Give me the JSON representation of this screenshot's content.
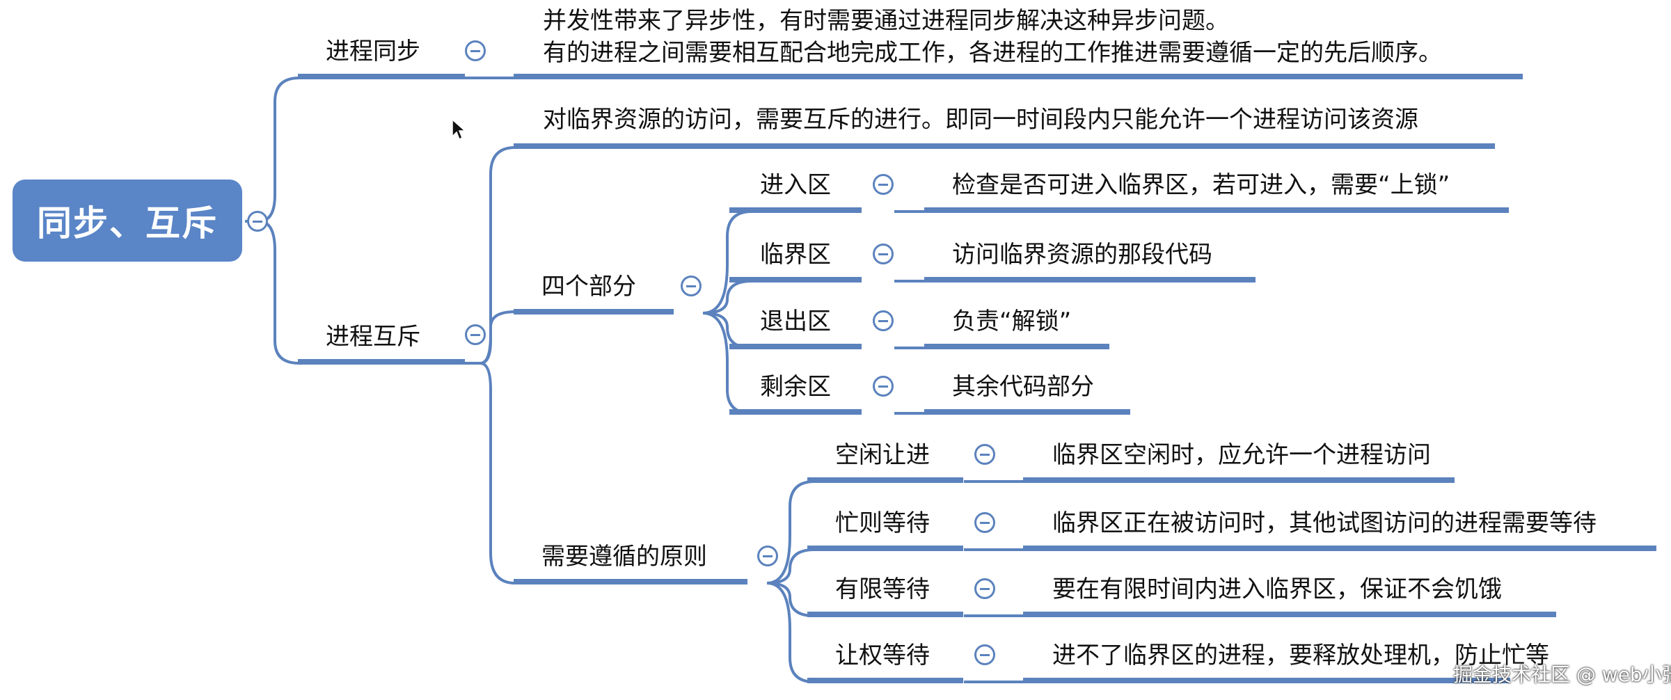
{
  "root": "同步、互斥",
  "sync": {
    "label": "进程同步",
    "lines": [
      "并发性带来了异步性，有时需要通过进程同步解决这种异步问题。",
      "有的进程之间需要相互配合地完成工作，各进程的工作推进需要遵循一定的先后顺序。"
    ]
  },
  "mutex": {
    "label": "进程互斥",
    "definition": "对临界资源的访问，需要互斥的进行。即同一时间段内只能允许一个进程访问该资源",
    "parts": {
      "label": "四个部分",
      "items": [
        {
          "name": "进入区",
          "desc": "检查是否可进入临界区，若可进入，需要“上锁”"
        },
        {
          "name": "临界区",
          "desc": "访问临界资源的那段代码"
        },
        {
          "name": "退出区",
          "desc": "负责“解锁”"
        },
        {
          "name": "剩余区",
          "desc": "其余代码部分"
        }
      ]
    },
    "principles": {
      "label": "需要遵循的原则",
      "items": [
        {
          "name": "空闲让进",
          "desc": "临界区空闲时，应允许一个进程访问"
        },
        {
          "name": "忙则等待",
          "desc": "临界区正在被访问时，其他试图访问的进程需要等待"
        },
        {
          "name": "有限等待",
          "desc": "要在有限时间内进入临界区，保证不会饥饿"
        },
        {
          "name": "让权等待",
          "desc": "进不了临界区的进程，要释放处理机，防止忙等"
        }
      ]
    }
  },
  "watermark": "掘金技术社区 @ web小张"
}
